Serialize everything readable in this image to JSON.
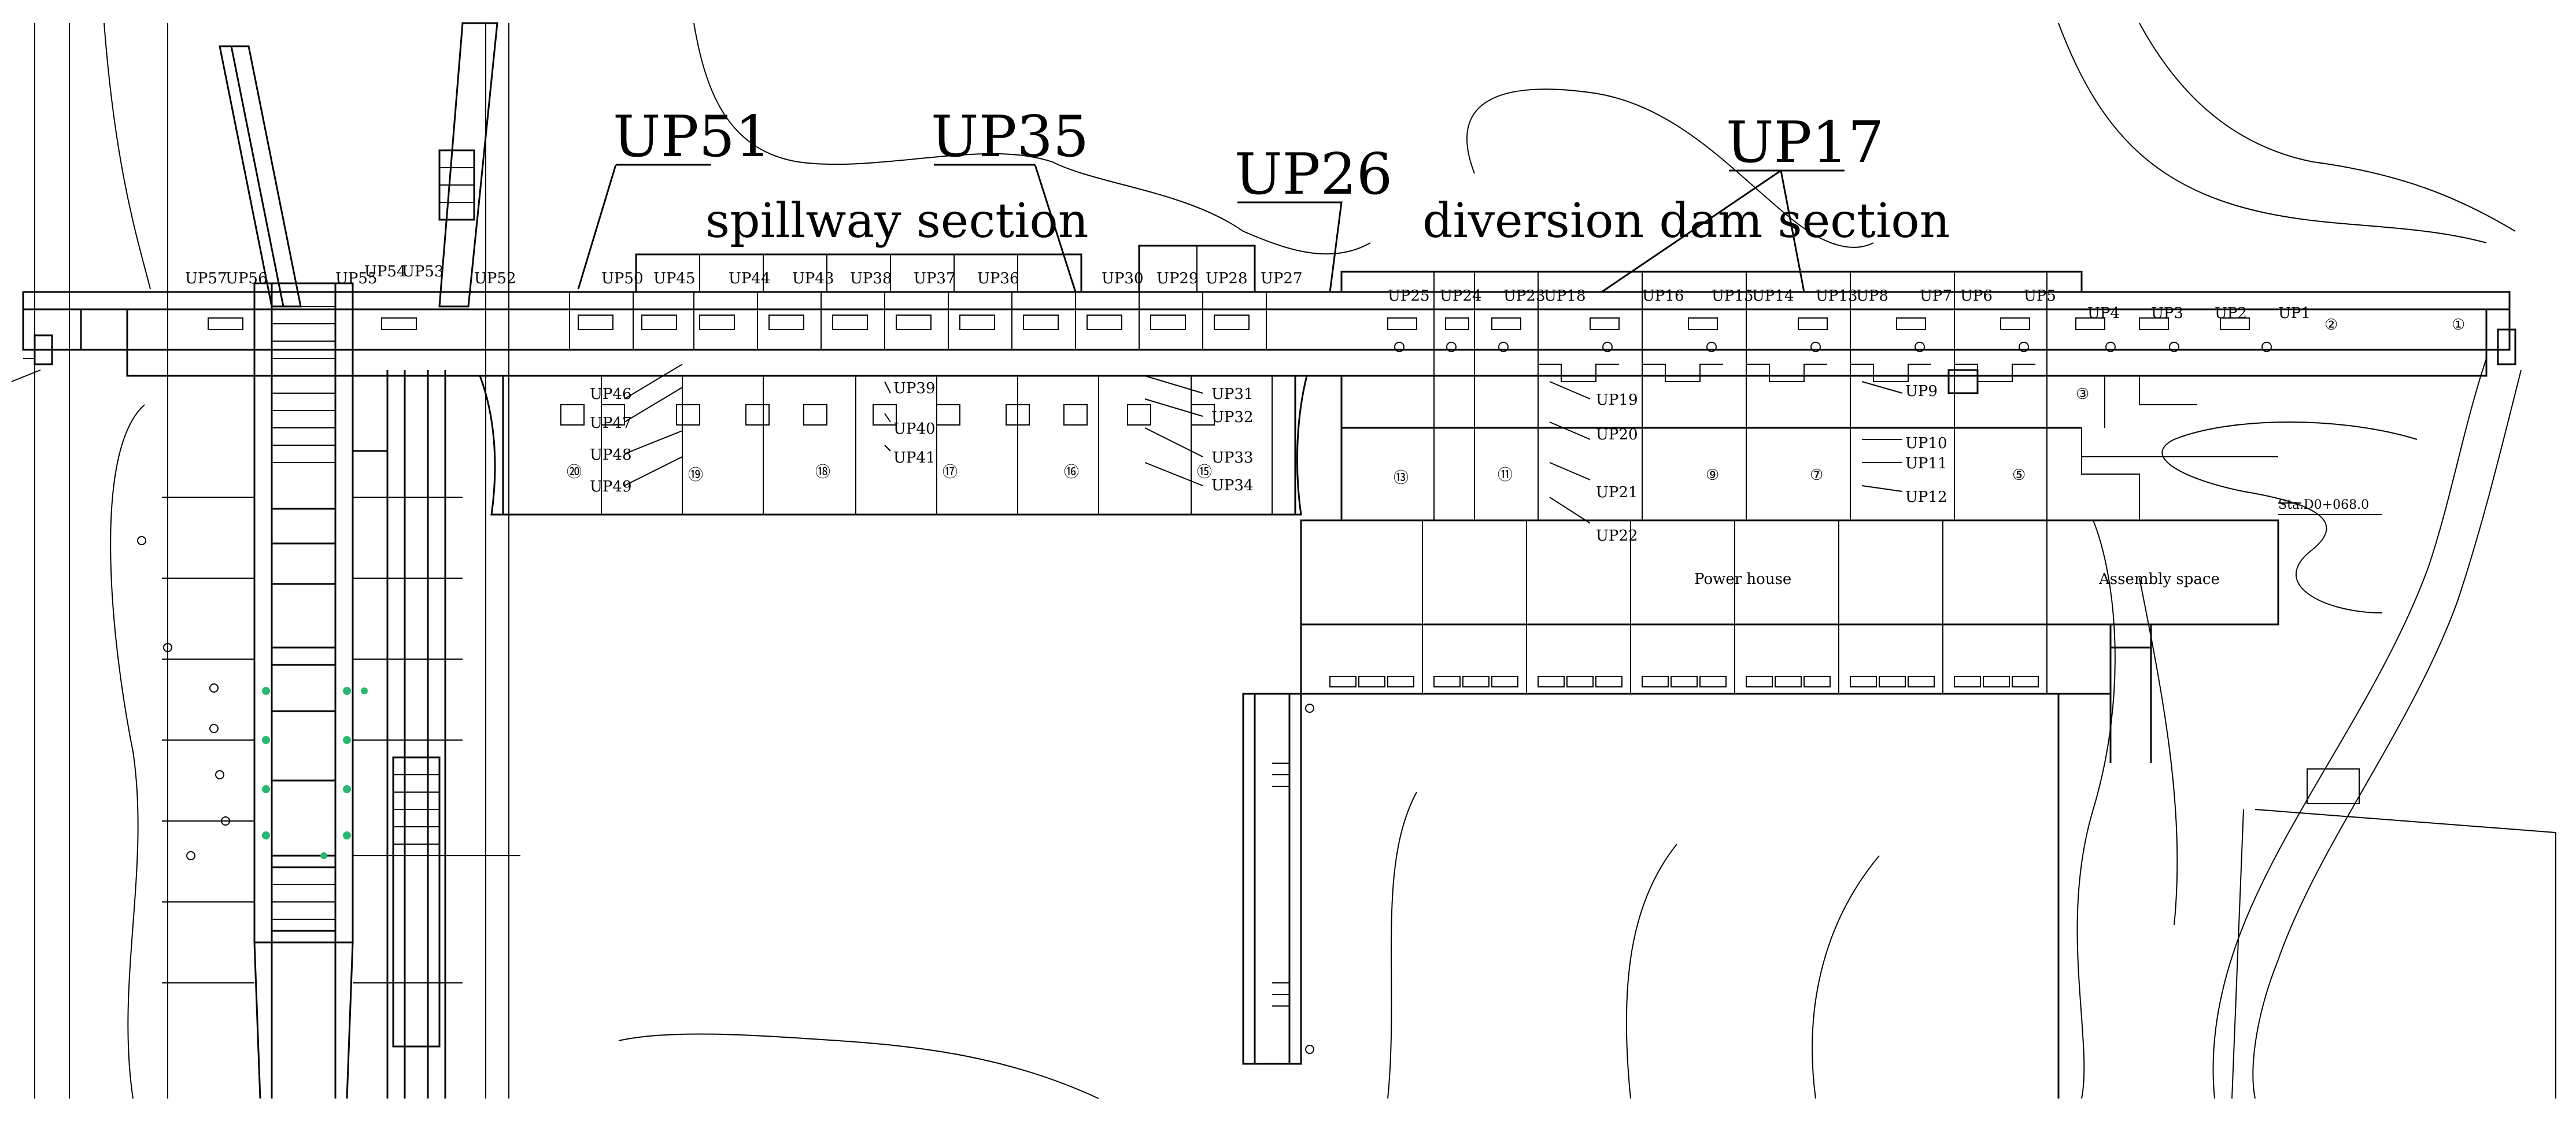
{
  "sections": {
    "spillway": "spillway section",
    "diversion": "diversion dam section"
  },
  "callouts": {
    "up51": "UP51",
    "up35": "UP35",
    "up26": "UP26",
    "up17": "UP17"
  },
  "rooms": {
    "powerhouse": "Power house",
    "assembly": "Assembly space"
  },
  "station": "Sta.D0+068.0",
  "top_points": [
    "UP57",
    "UP56",
    "UP55",
    "UP54",
    "UP53",
    "UP52",
    "UP50",
    "UP45",
    "UP44",
    "UP43",
    "UP38",
    "UP37",
    "UP36",
    "UP30",
    "UP29",
    "UP28",
    "UP27",
    "UP25",
    "UP24",
    "UP23",
    "UP18",
    "UP16",
    "UP15",
    "UP14",
    "UP13",
    "UP8",
    "UP7",
    "UP6",
    "UP5",
    "UP4",
    "UP3",
    "UP2",
    "UP1"
  ],
  "lower_points": [
    "UP46",
    "UP47",
    "UP48",
    "UP49",
    "UP39",
    "UP40",
    "UP41",
    "UP31",
    "UP32",
    "UP33",
    "UP34",
    "UP19",
    "UP20",
    "UP21",
    "UP22",
    "UP9",
    "UP10",
    "UP11",
    "UP12"
  ],
  "monolith_numbers": [
    "⑳",
    "⑲",
    "⑱",
    "⑰",
    "⑯",
    "⑮",
    "⑬",
    "⑪",
    "⑨",
    "⑦",
    "⑤",
    "③",
    "②",
    "①"
  ]
}
